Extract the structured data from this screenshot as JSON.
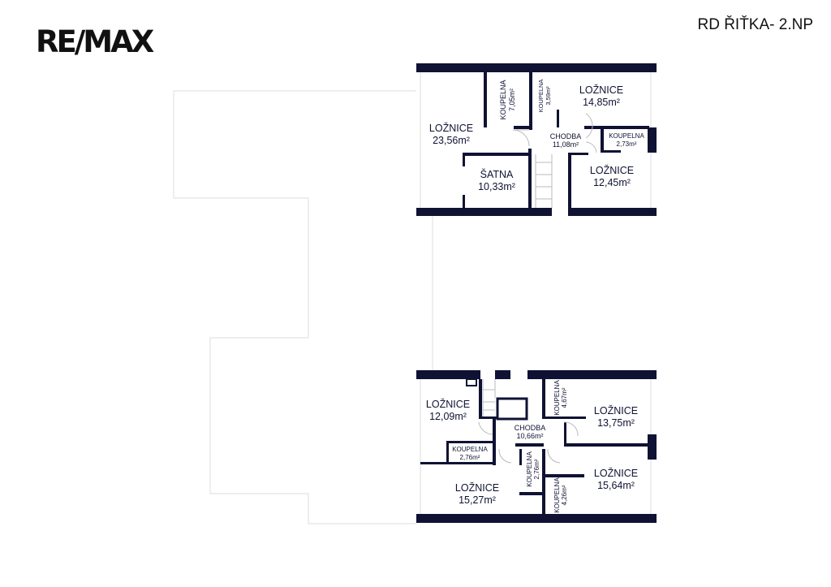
{
  "logo": "RE/MAX",
  "title": "RD ŘIŤKA- 2.NP",
  "upper_unit": {
    "rooms": [
      {
        "name": "LOŽNICE",
        "area": "23,56m²"
      },
      {
        "name": "KOUPELNA",
        "area": "7,05m²"
      },
      {
        "name": "KOUPELNA",
        "area": "3,59m²"
      },
      {
        "name": "LOŽNICE",
        "area": "14,85m²"
      },
      {
        "name": "CHODBA",
        "area": "11,08m²"
      },
      {
        "name": "KOUPELNA",
        "area": "2,73m²"
      },
      {
        "name": "ŠATNA",
        "area": "10,33m²"
      },
      {
        "name": "LOŽNICE",
        "area": "12,45m²"
      }
    ]
  },
  "lower_unit": {
    "rooms": [
      {
        "name": "LOŽNICE",
        "area": "12,09m²"
      },
      {
        "name": "KOUPELNA",
        "area": "4,67m²"
      },
      {
        "name": "LOŽNICE",
        "area": "13,75m²"
      },
      {
        "name": "CHODBA",
        "area": "10,66m²"
      },
      {
        "name": "KOUPELNA",
        "area": "2,76m²"
      },
      {
        "name": "KOUPELNA",
        "area": "2,76m²"
      },
      {
        "name": "LOŽNICE",
        "area": "15,64m²"
      },
      {
        "name": "LOŽNICE",
        "area": "15,27m²"
      },
      {
        "name": "KOUPELNA",
        "area": "4,26m²"
      }
    ]
  },
  "colors": {
    "wall": "#0f1233"
  }
}
